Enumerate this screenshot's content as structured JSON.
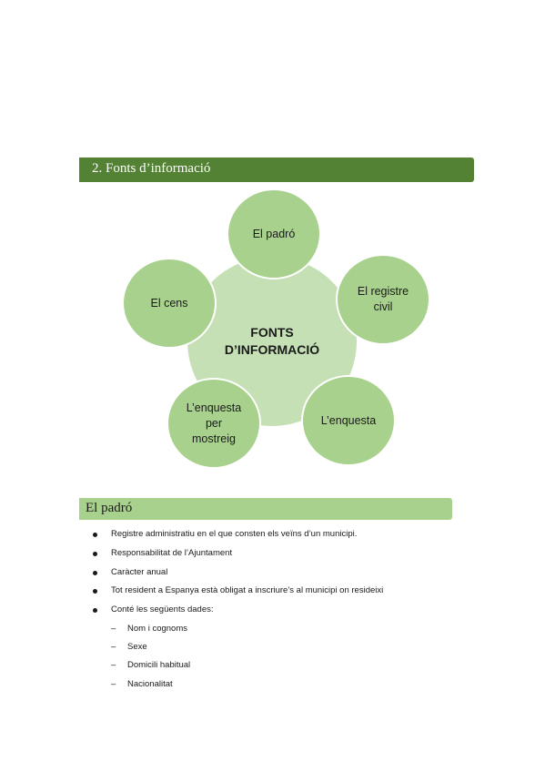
{
  "section": {
    "title": "2. Fonts d’informació"
  },
  "diagram": {
    "center": "FONTS\nD’INFORMACIÓ",
    "nodes": [
      "El padró",
      "El registre\ncivil",
      "L’enquesta",
      "L’enquesta\nper\nmostreig",
      "El cens"
    ]
  },
  "subsection": {
    "title": "El padró"
  },
  "list": {
    "items": [
      "Registre administratiu en el que consten els veïns d’un municipi.",
      "Responsabilitat de l’Ajuntament",
      "Caràcter anual",
      "Tot resident a Espanya està obligat a inscriure’s al municipi on resideixi",
      "Conté les següents dades:"
    ],
    "sub_marker": "–",
    "sub_items": [
      "Nom i cognoms",
      "Sexe",
      "Domicili habitual",
      "Nacionalitat"
    ]
  },
  "colors": {
    "header_dark_green": "#548235",
    "header_light_green": "#a9d18e",
    "center_circle": "#c5e0b4",
    "outer_circle": "#a9d18e"
  }
}
